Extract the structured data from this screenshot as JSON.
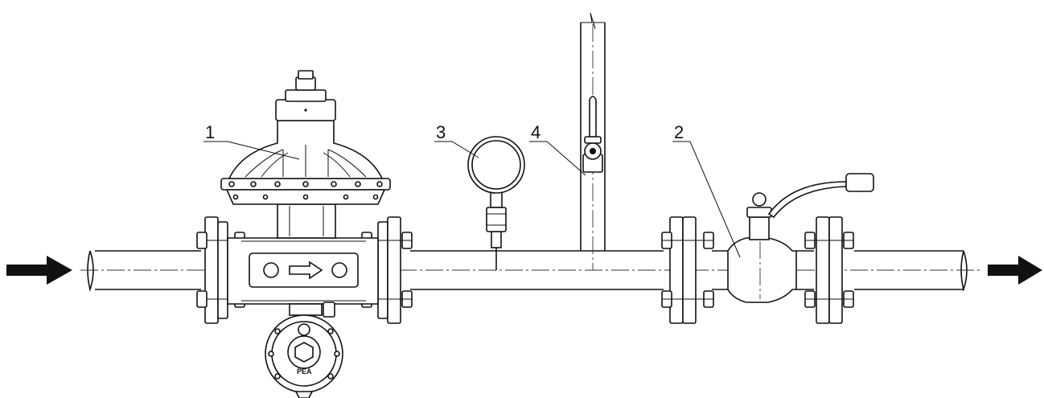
{
  "diagram": {
    "callouts": [
      {
        "id": "1",
        "label": "1",
        "target": "pressure-regulator"
      },
      {
        "id": "2",
        "label": "2",
        "target": "ball-valve"
      },
      {
        "id": "3",
        "label": "3",
        "target": "pressure-gauge"
      },
      {
        "id": "4",
        "label": "4",
        "target": "vent-pipe"
      }
    ],
    "brand_mark": "PEA",
    "flow_direction": "left-to-right",
    "colors": {
      "line": "#111111",
      "background": "#ffffff"
    }
  }
}
